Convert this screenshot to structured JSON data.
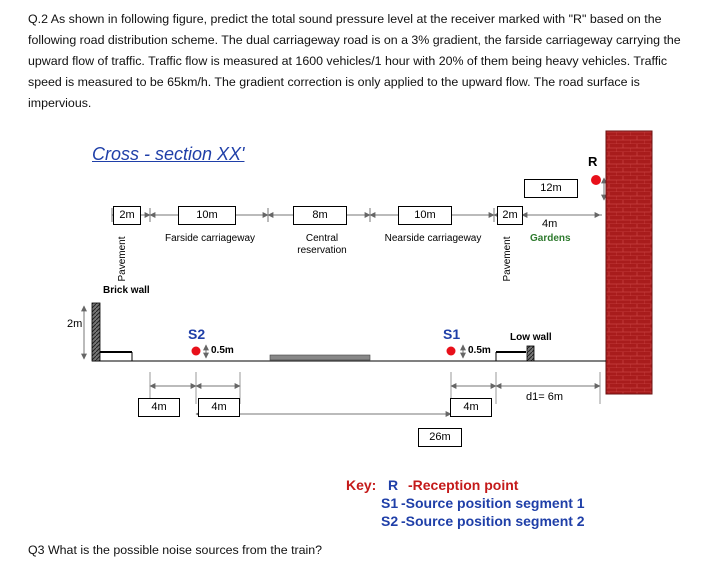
{
  "question2": "Q.2 As shown in following figure, predict the total sound pressure level at the receiver marked with \"R\" based on the following road distribution scheme. The dual carriageway road is on a 3% gradient, the farside carriageway carrying the upward flow of traffic. Traffic flow is measured at 1600 vehicles/1 hour with 20% of them being heavy vehicles. Traffic speed is measured to be 65km/h. The gradient correction is only applied to the upward flow. The road surface is impervious.",
  "question3": "Q3 What is the possible noise sources from the train?",
  "figure": {
    "title": "Cross - section XX'",
    "receiver_label": "R",
    "dims": {
      "pavement_left": "2m",
      "farside_width": "10m",
      "central_width": "8m",
      "nearside_width": "10m",
      "pavement_right": "2m",
      "gardens_width": "4m",
      "receiver_height": "12m",
      "wall_height": "2m",
      "s2_offset": "4m",
      "s2_offset_b": "4m",
      "s1_offset": "4m",
      "total": "26m",
      "d1": "d1= 6m",
      "s2_height": "0.5m",
      "s1_height": "0.5m"
    },
    "labels": {
      "farside": "Farside carriageway",
      "central": "Central reservation",
      "nearside": "Nearside carriageway",
      "pavement": "Pavement",
      "gardens": "Gardens",
      "brick_wall": "Brick wall",
      "low_wall": "Low wall",
      "s1": "S1",
      "s2": "S2"
    },
    "colors": {
      "accent": "#1f3fa8",
      "point": "#e8101a",
      "brick": "#a81c1c",
      "green": "#2e7a2e"
    }
  },
  "key": {
    "heading": "Key:",
    "items": [
      {
        "sym": "R",
        "text": "-Reception point"
      },
      {
        "sym": "S1",
        "text": "-Source position segment 1"
      },
      {
        "sym": "S2",
        "text": "-Source position segment 2"
      }
    ]
  }
}
